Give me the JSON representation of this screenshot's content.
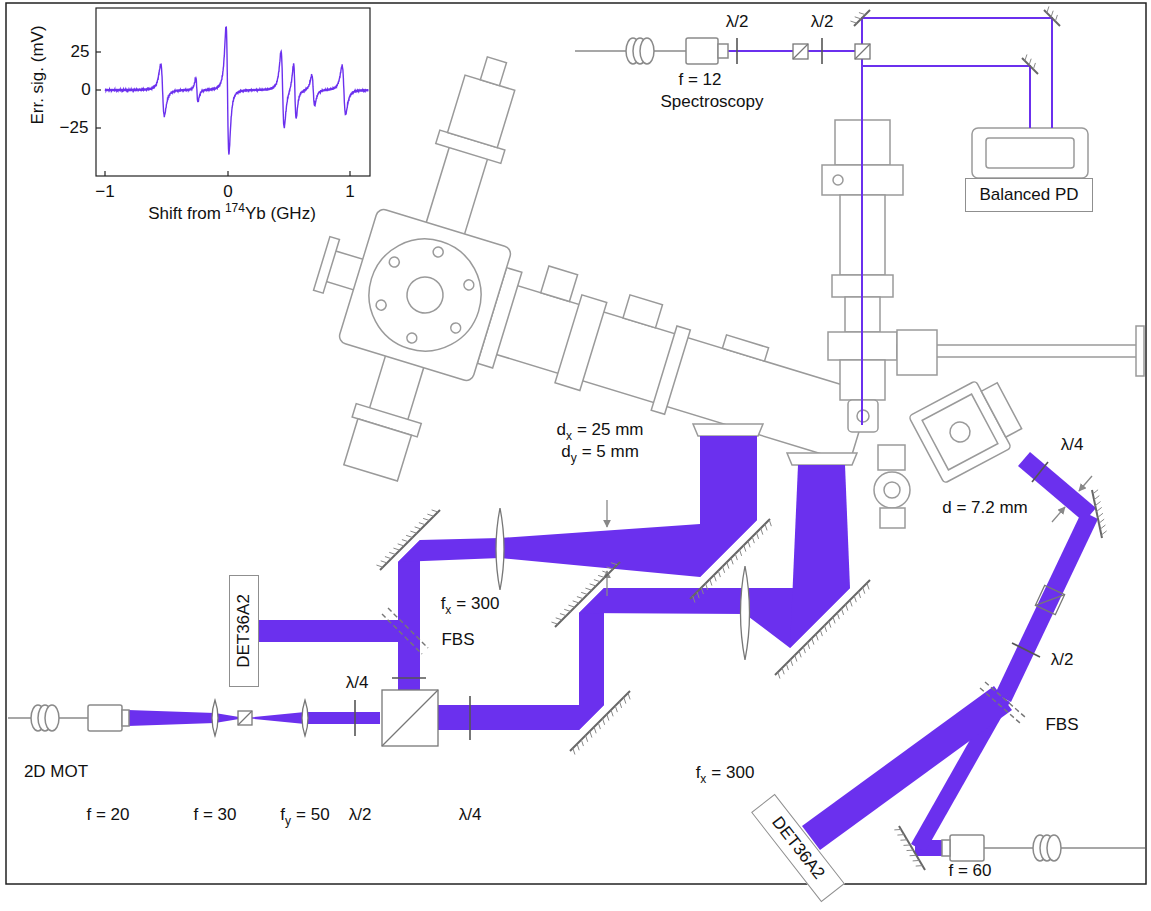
{
  "diagram": {
    "nodes": [
      {
        "text": [
          "Balanced PD"
        ]
      },
      {
        "text": [
          "DET36A2"
        ]
      },
      {
        "text": [
          "DET36A2"
        ]
      }
    ],
    "labels": [
      "Err. sig. (mV)",
      "25",
      "0",
      "−25",
      "−1",
      "0",
      "1",
      "Shift from",
      "174",
      "Yb (GHz)",
      "λ/2",
      "λ/2",
      "f = 12",
      "Spectroscopy",
      "d",
      "x",
      "= 25 mm",
      "d",
      "y",
      "= 5 mm",
      "f",
      "x",
      "= 300",
      "FBS",
      "f",
      "x",
      "= 300",
      "λ/4",
      "d = 7.2 mm",
      "λ/2",
      "FBS",
      "f = 60",
      "2D MOT",
      "f = 20",
      "f = 30",
      "f",
      "y",
      "= 50",
      "λ/2",
      "λ/4",
      "λ/4"
    ]
  }
}
